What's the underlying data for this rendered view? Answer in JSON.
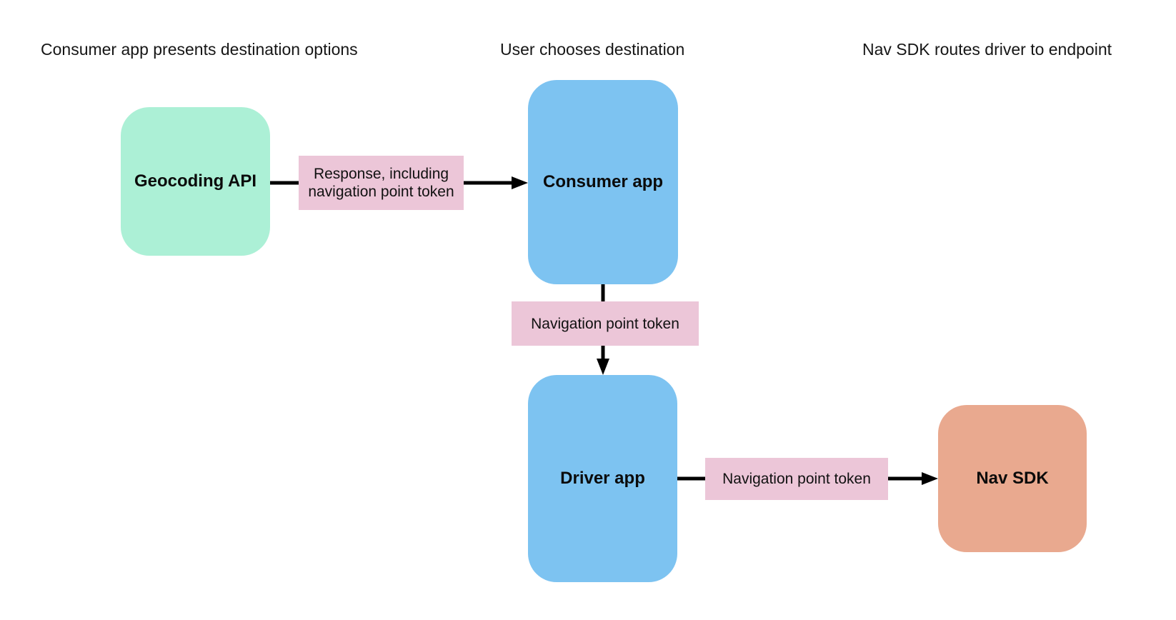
{
  "diagram": {
    "column_headers": [
      "Consumer app presents destination options",
      "User chooses destination",
      "Nav SDK routes driver to endpoint"
    ],
    "nodes": [
      {
        "label": "Geocoding API",
        "color": "#acf0d6"
      },
      {
        "label": "Consumer app",
        "color": "#7dc3f1"
      },
      {
        "label": "Driver app",
        "color": "#7dc3f1"
      },
      {
        "label": "Nav SDK",
        "color": "#e9a98f"
      }
    ],
    "edge_labels": [
      {
        "text": "Response, including navigation point token",
        "from": "Geocoding API",
        "to": "Consumer app"
      },
      {
        "text": "Navigation point token",
        "from": "Consumer app",
        "to": "Driver app"
      },
      {
        "text": "Navigation point token",
        "from": "Driver app",
        "to": "Nav SDK"
      }
    ],
    "colors": {
      "background": "#ffffff",
      "node_green": "#acf0d6",
      "node_blue": "#7dc3f1",
      "node_orange": "#e9a98f",
      "edge_label_pink": "#ecc6d8",
      "arrow": "#000000",
      "text": "#111111"
    }
  }
}
